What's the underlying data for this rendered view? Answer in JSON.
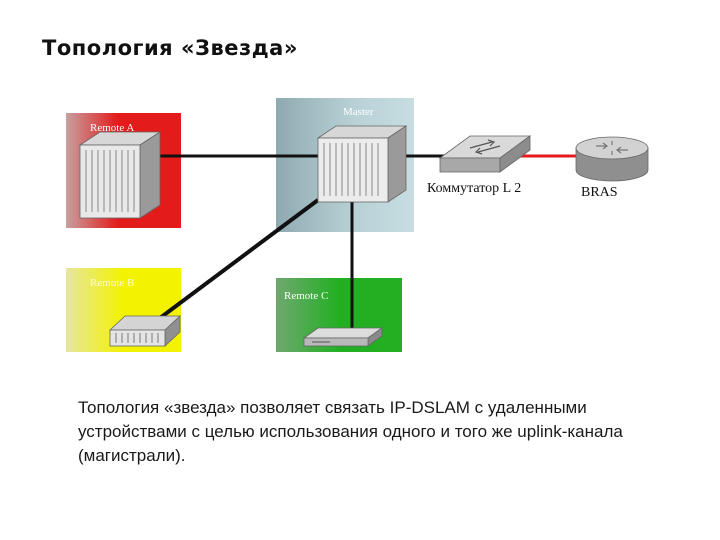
{
  "title": "Топология «Звезда»",
  "nodes": {
    "master": "Master",
    "remote_a": "Remote A",
    "remote_b": "Remote B",
    "remote_c": "Remote C",
    "switch": "Коммутатор L 2",
    "bras": "BRAS"
  },
  "colors": {
    "remote_a_bg": "#e31b1b",
    "remote_b_bg": "#f3f200",
    "remote_c_bg": "#22b022",
    "master_bg": "#9fb9bf",
    "uplink": "#e8191d",
    "links": "#111111"
  },
  "description": "Топология «звезда» позволяет связать IP-DSLAM с удаленными устройствами с целью использования одного и того же uplink-канала (магистрали)."
}
